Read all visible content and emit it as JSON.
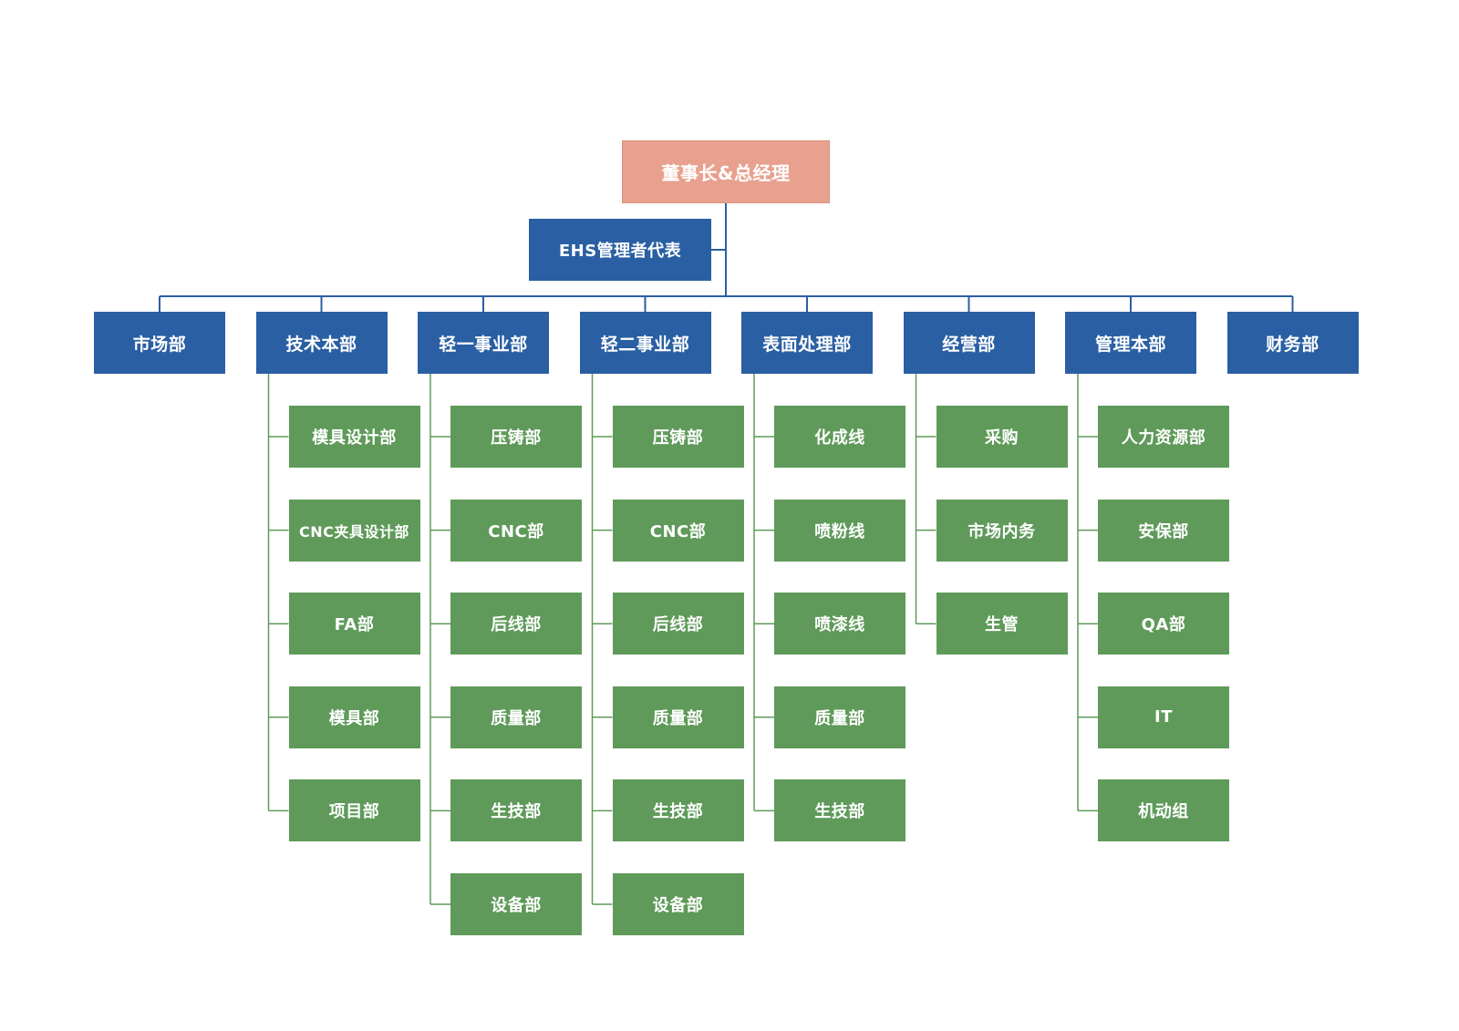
{
  "org_chart": {
    "root": {
      "label": "董事长&总经理"
    },
    "ehs": {
      "label": "EHS管理者代表"
    },
    "departments": [
      {
        "label": "市场部",
        "children": []
      },
      {
        "label": "技术本部",
        "children": [
          "模具设计部",
          "CNC夹具设计部",
          "FA部",
          "模具部",
          "项目部"
        ]
      },
      {
        "label": "轻一事业部",
        "children": [
          "压铸部",
          "CNC部",
          "后线部",
          "质量部",
          "生技部",
          "设备部"
        ]
      },
      {
        "label": "轻二事业部",
        "children": [
          "压铸部",
          "CNC部",
          "后线部",
          "质量部",
          "生技部",
          "设备部"
        ]
      },
      {
        "label": "表面处理部",
        "children": [
          "化成线",
          "喷粉线",
          "喷漆线",
          "质量部",
          "生技部"
        ]
      },
      {
        "label": "经营部",
        "children": [
          "采购",
          "市场内务",
          "生管"
        ]
      },
      {
        "label": "管理本部",
        "children": [
          "人力资源部",
          "安保部",
          "QA部",
          "IT",
          "机动组"
        ]
      },
      {
        "label": "财务部",
        "children": []
      }
    ]
  },
  "colors": {
    "root_fill": "#e8a18f",
    "dept_fill": "#2a5fa3",
    "sub_fill": "#5f9a5a",
    "top_connector": "#2a5fa3",
    "sub_connector": "#5f9a5a"
  }
}
